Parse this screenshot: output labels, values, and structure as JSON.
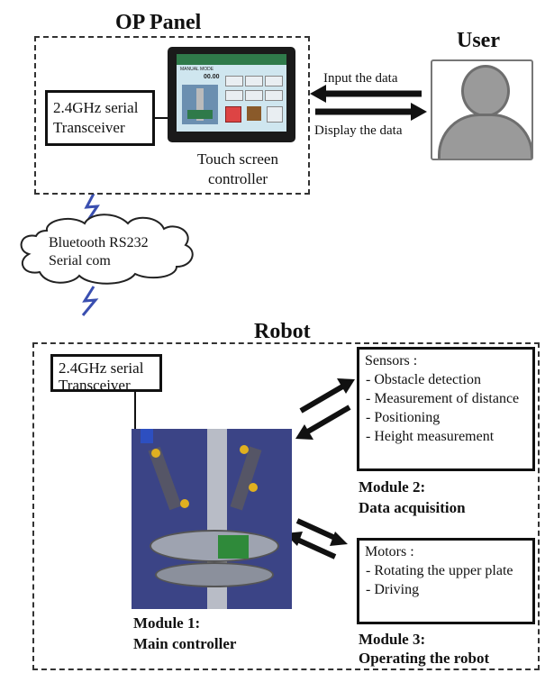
{
  "op_panel": {
    "title": "OP Panel",
    "transceiver_label": "2.4GHz serial Transceiver",
    "touch_screen_label": "Touch screen controller",
    "screen_header": "MANUAL MODE",
    "screen_value": "00.00"
  },
  "user": {
    "title": "User",
    "input_label": "Input the data",
    "display_label": "Display the data"
  },
  "comm": {
    "label": "Bluetooth RS232 Serial com"
  },
  "robot": {
    "title": "Robot",
    "transceiver_label": "2.4GHz serial Transceiver",
    "module1_title": "Module 1:",
    "module1_sub": "Main controller",
    "sensors_title": "Sensors :",
    "sensors_items": [
      "- Obstacle detection",
      "- Measurement of distance",
      "- Positioning",
      "- Height measurement"
    ],
    "module2_title": "Module 2:",
    "module2_sub": "Data acquisition",
    "motors_title": "Motors :",
    "motors_items": [
      "- Rotating the upper plate",
      "- Driving"
    ],
    "module3_title": "Module 3:",
    "module3_sub": "Operating the robot"
  },
  "colors": {
    "ink": "#111111",
    "screen_bezel": "#1a1a1a",
    "screen_bg": "#cfe6ef",
    "user_icon": "#9a9a9a",
    "robot_bg": "#3b4486",
    "lightning": "#3a4fb0"
  }
}
